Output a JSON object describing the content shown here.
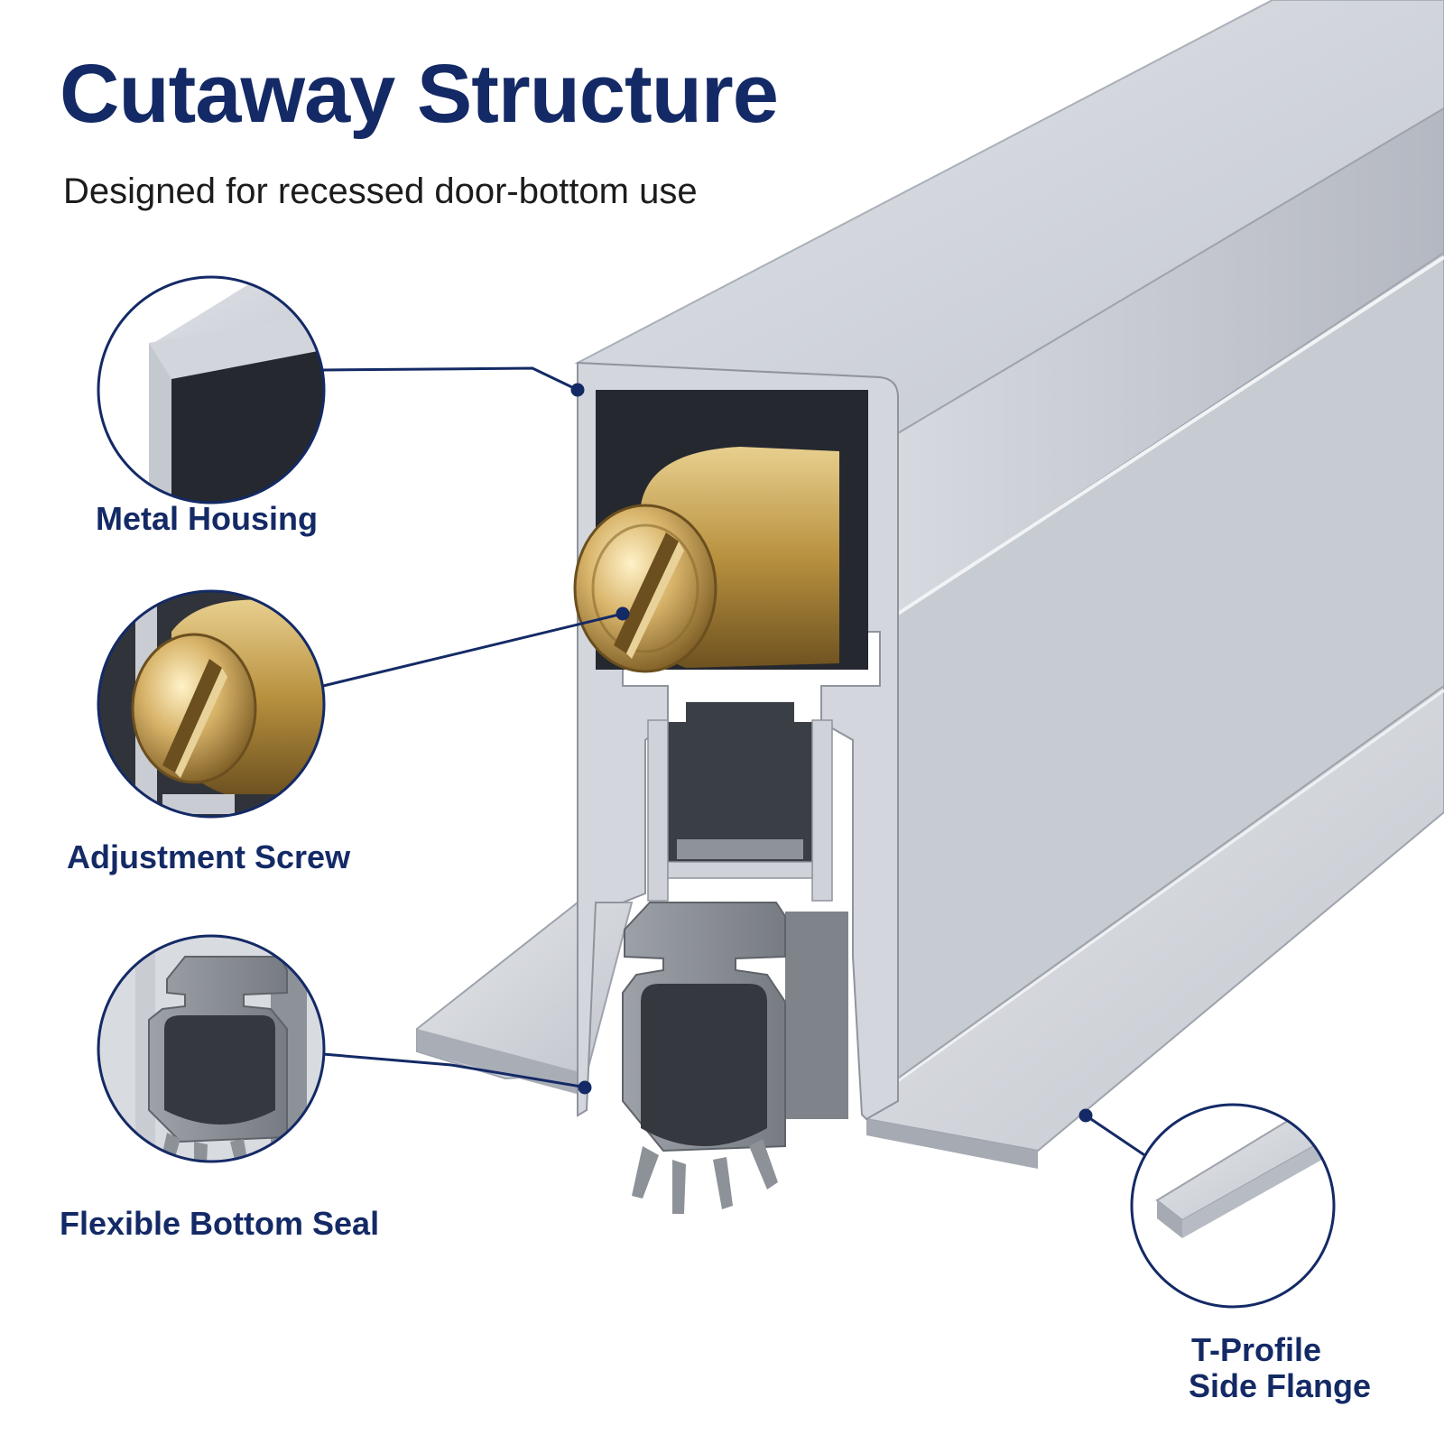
{
  "header": {
    "title": "Cutaway Structure",
    "subtitle": "Designed for recessed door-bottom use"
  },
  "callouts": [
    {
      "id": "housing",
      "label": "Metal Housing"
    },
    {
      "id": "screw",
      "label": "Adjustment Screw"
    },
    {
      "id": "seal",
      "label": "Flexible Bottom Seal"
    },
    {
      "id": "flange",
      "label_lines": [
        "T-Profile",
        "Side Flange"
      ]
    }
  ],
  "colors": {
    "accent_navy": "#142a66",
    "aluminum": "#c9ccd3",
    "brass": "#c8a45a",
    "rubber": "#8d9198",
    "cavity": "#2a2d33"
  }
}
